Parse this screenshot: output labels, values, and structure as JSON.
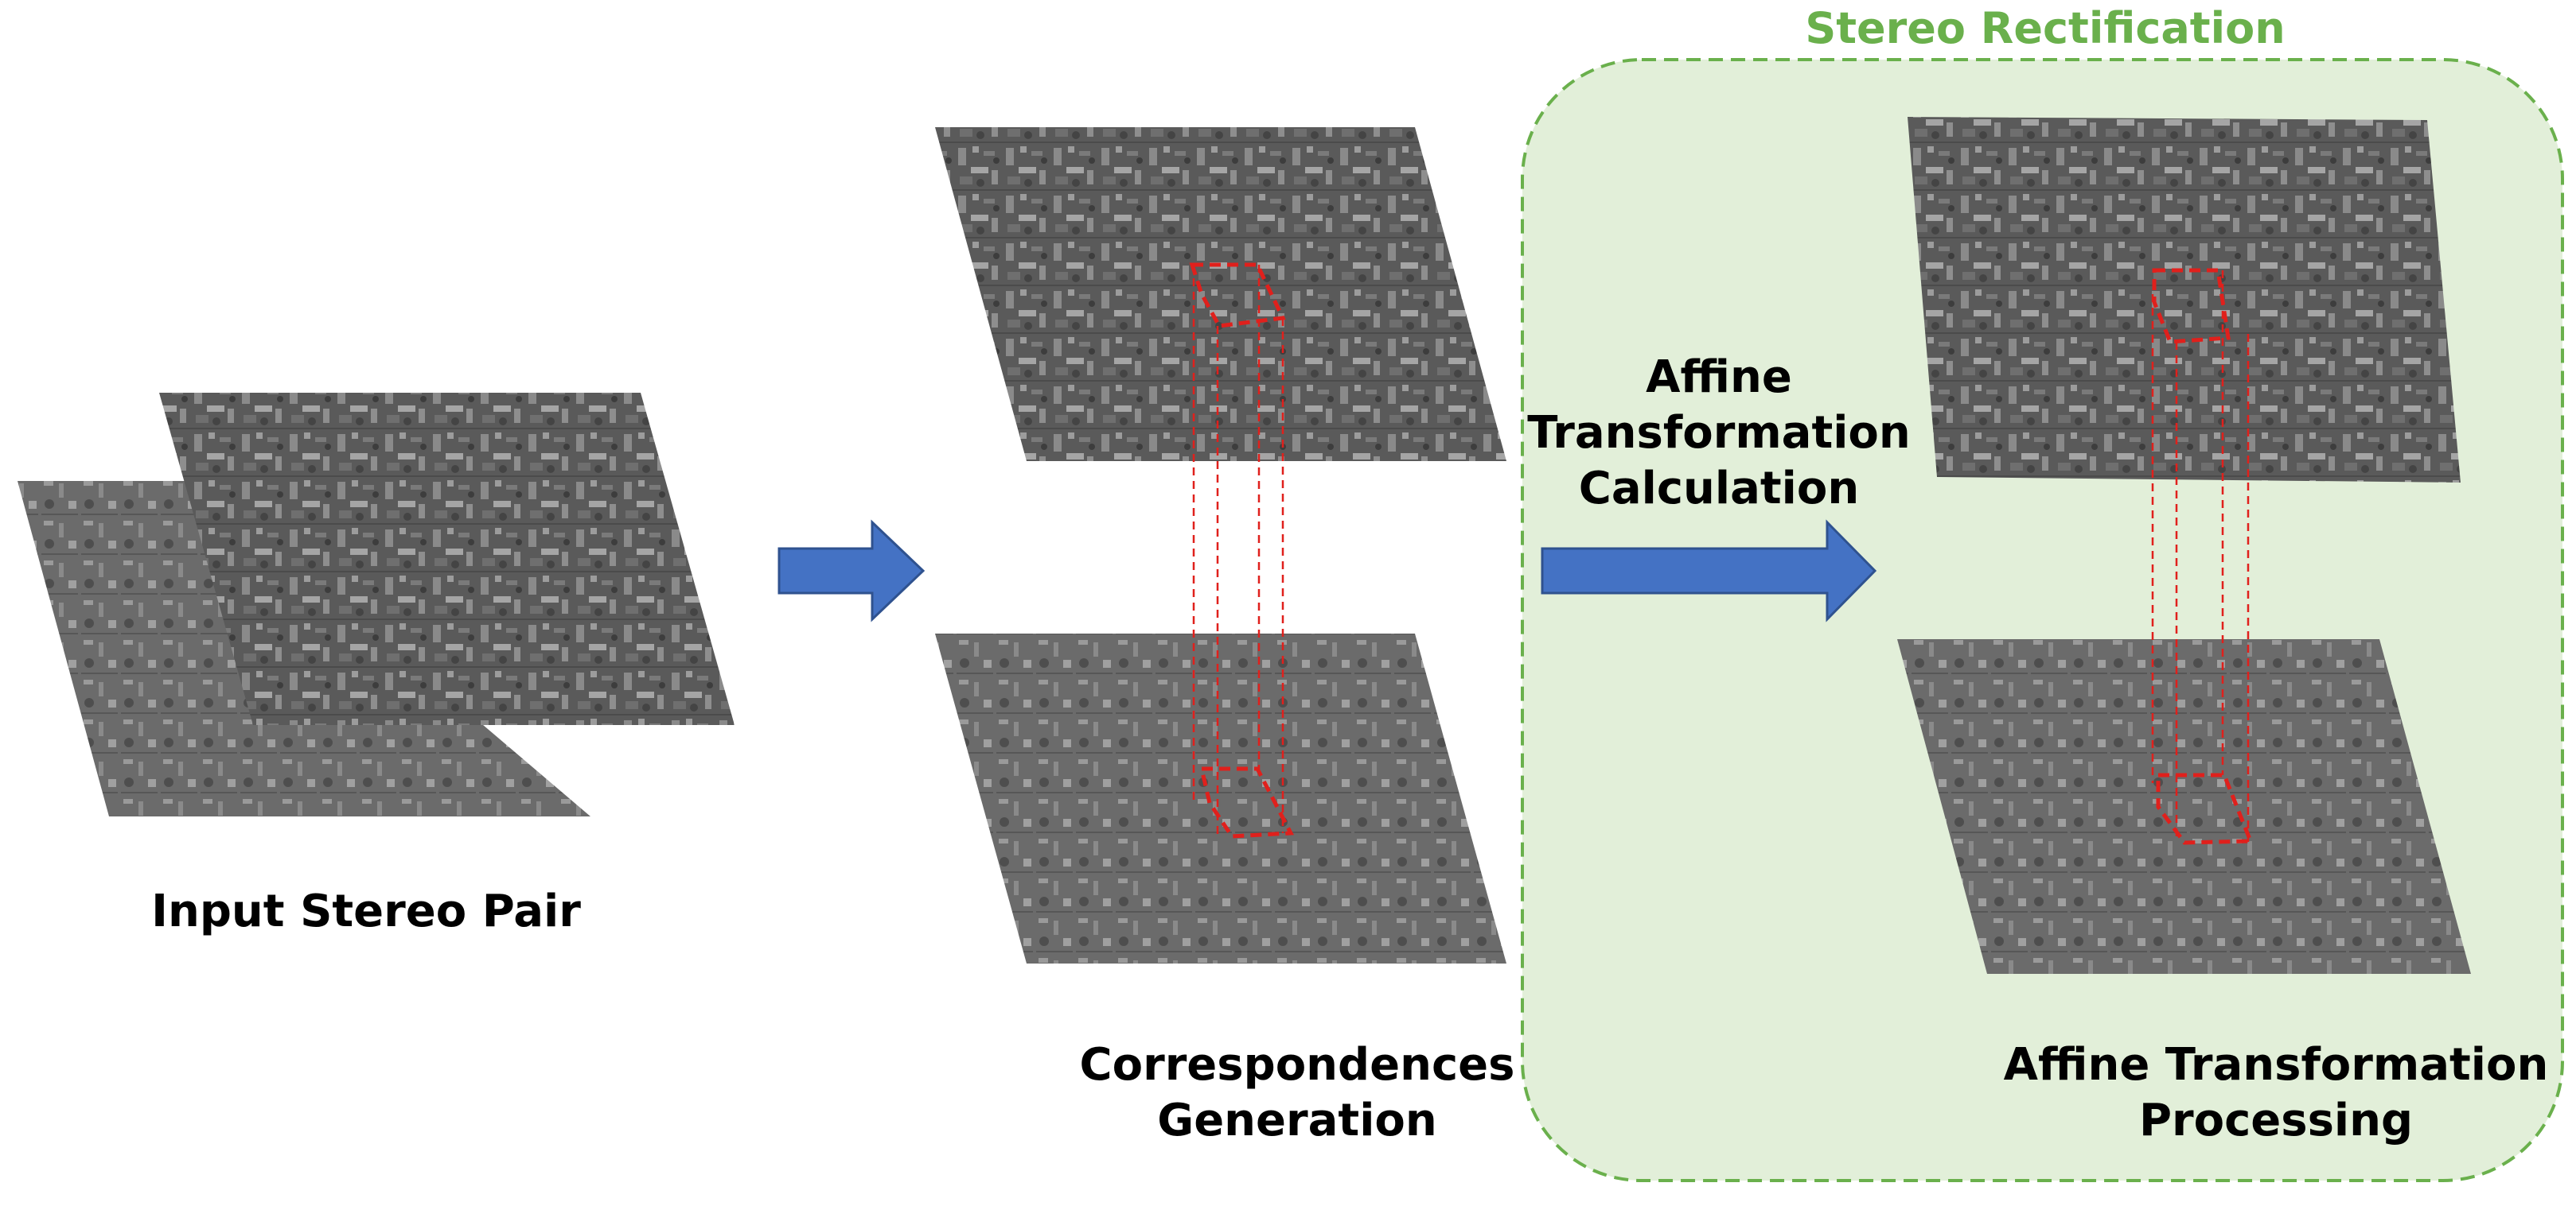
{
  "stereo_rectification": {
    "title": "Stereo Rectification",
    "color": "#6ab04c",
    "fill": "#e2efd9"
  },
  "labels": {
    "input_pair": "Input Stereo Pair",
    "correspondences": [
      "Correspondences",
      "Generation"
    ],
    "affine_calc": [
      "Affine",
      "Transformation",
      "Calculation"
    ],
    "affine_proc": [
      "Affine Transformation",
      "Processing"
    ]
  },
  "colors": {
    "arrow": "#4472c4",
    "arrow_edge": "#2f528f",
    "match_line": "#e0201c",
    "image_dark": "#555555",
    "image_light": "#7a7a7a"
  }
}
